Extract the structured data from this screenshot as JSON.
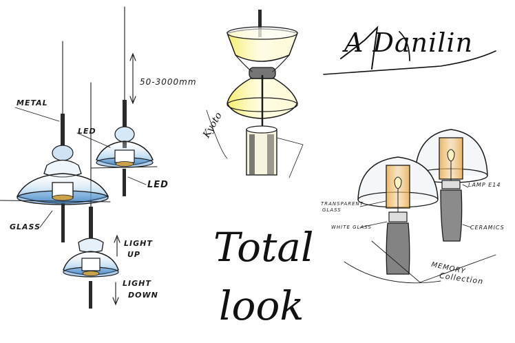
{
  "labels": {
    "metal": "METAL",
    "led_top": "LED",
    "led_right": "LED",
    "dimension": "50-3000mm",
    "glass": "GLASS",
    "light_up": "LIGHT\nUP",
    "light_up_1": "LIGHT",
    "light_up_2": "UP",
    "light_down_1": "LIGHT",
    "light_down_2": "DOWN",
    "kyoto": "Kyoto",
    "signature": "A Danilin",
    "total": "Total",
    "look": "look",
    "lamp_e14": "LAMP E14",
    "transparent_glass_1": "TRANSPARENT",
    "transparent_glass_2": "GLASS",
    "white_glass": "WHITE GLASS",
    "ceramics": "CERAMICS",
    "memory_1": "MEMORY",
    "memory_2": "Collection"
  },
  "colors": {
    "ink": "#1a1a1a",
    "glass_blue": "#6fa8d8",
    "lemon": "#f3ea55",
    "amber": "#e9a640",
    "brass": "#c9a24a"
  }
}
